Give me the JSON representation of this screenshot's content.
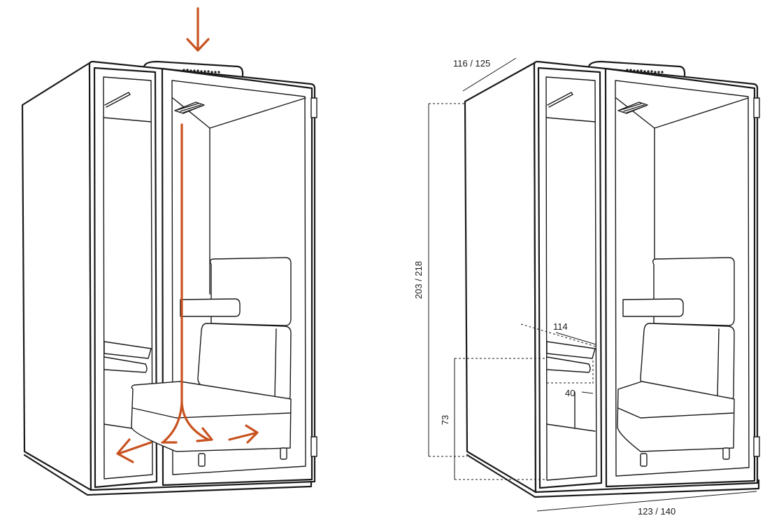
{
  "colors": {
    "airflow_arrow": "#c8521f",
    "line": "#1a1a1a",
    "background": "#ffffff"
  },
  "dimensions": {
    "depth": "116 / 125",
    "height": "203 / 218",
    "width": "123 / 140",
    "desk_width": "114",
    "desk_depth": "40",
    "desk_height": "73"
  }
}
